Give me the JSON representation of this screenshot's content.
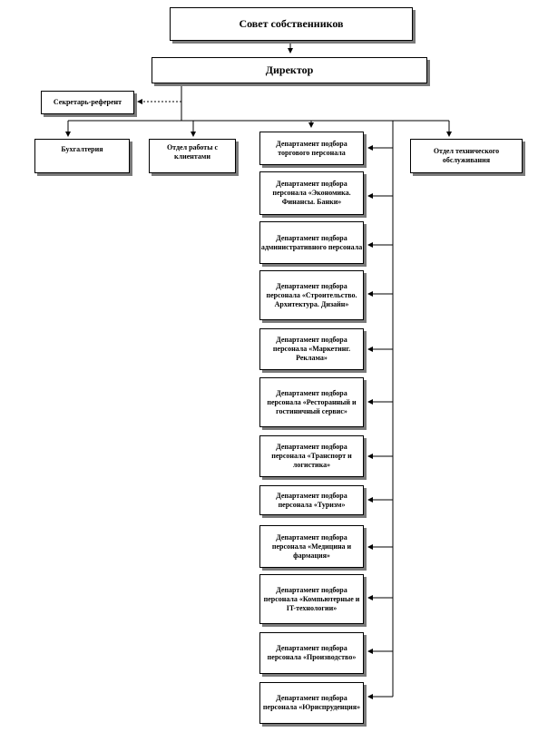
{
  "org_chart": {
    "board": "Совет собственников",
    "director": "Директор",
    "secretary": "Секретарь-референт",
    "accounting": "Бухгалтерия",
    "client_dept": "Отдел работы с клиентами",
    "tech_dept": "Отдел технического обслуживания",
    "departments": [
      "Департамент подбора торгового персонала",
      "Департамент подбора персонала «Экономика. Финансы. Банки»",
      "Департамент подбора административного персонала",
      "Департамент подбора персонала «Строительство. Архитектура. Дизайн»",
      "Департамент подбора персонала «Маркетинг. Реклама»",
      "Департамент подбора персонала «Ресторанный и гостиничный сервис»",
      "Департамент подбора персонала «Транспорт и логистика»",
      "Департамент подбора персонала «Туризм»",
      "Департамент подбора персонала «Медицина и фармация»",
      "Департамент подбора персонала «Компьютерные и IT-технологии»",
      "Департамент подбора персонала «Производство»",
      "Департамент подбора персонала «Юриспруденция»"
    ]
  }
}
